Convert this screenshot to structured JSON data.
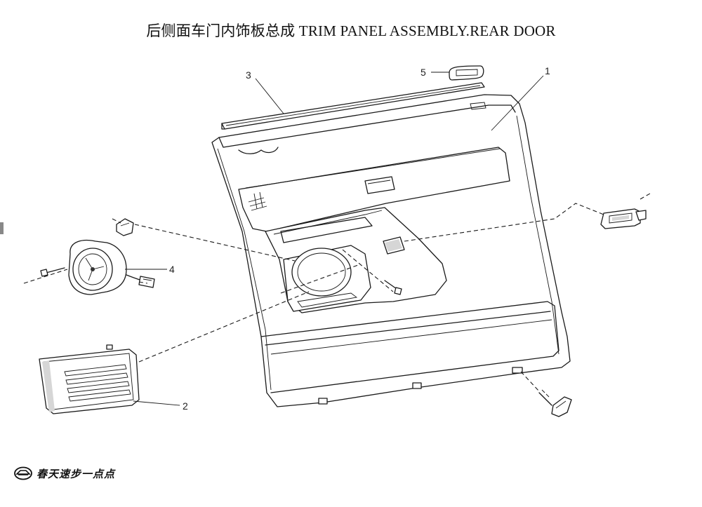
{
  "title": "后侧面车门内饰板总成  TRIM PANEL ASSEMBLY.REAR DOOR",
  "callouts": {
    "c1": "1",
    "c2": "2",
    "c3": "3",
    "c4": "4",
    "c5": "5"
  },
  "logo": {
    "icon": "car-emblem-icon",
    "text": "春天速步一点点"
  }
}
